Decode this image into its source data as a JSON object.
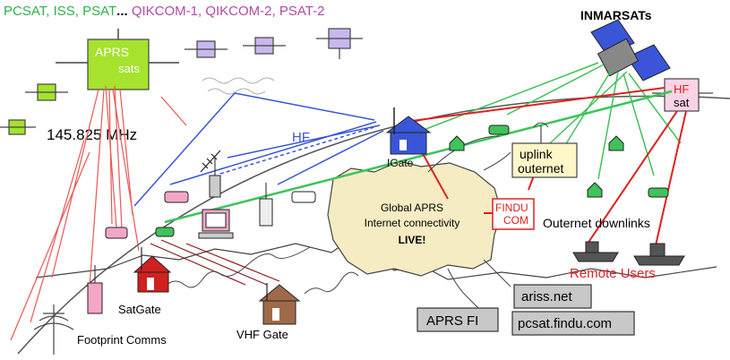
{
  "title_segments": [
    {
      "text": "PCSAT, ISS, PSAT",
      "color": "#2fb24a"
    },
    {
      "text": "...",
      "color": "#000000"
    },
    {
      "text": " QIKCOM-1, QIKCOM-2, PSAT-2",
      "color": "#b04aa8"
    }
  ],
  "labels": {
    "aprs_sats_line1": "APRS",
    "aprs_sats_line2": "sats",
    "frequency": "145.825 MHz",
    "hf": "HF",
    "inmarsats": "INMARSATs",
    "hf_sat_line1": "HF",
    "hf_sat_line2": "sat",
    "igate": "IGate",
    "uplink_line1": "uplink",
    "uplink_line2": "outernet",
    "findu_line1": "FINDU",
    "findu_line2": "COM",
    "global_line1": "Global APRS",
    "global_line2": "Internet connectivity",
    "global_line3": "LIVE!",
    "outernet_downlinks": "Outernet downlinks",
    "remote_users": "Remote Users",
    "ariss": "ariss.net",
    "aprs_fi": "APRS FI",
    "pcsat_findu": "pcsat.findu.com",
    "satgate": "SatGate",
    "vhf_gate": "VHF Gate",
    "footprint_comms": "Footprint Comms"
  },
  "colors": {
    "sat_green": "#a6e22e",
    "sat_purple": "#c9b8ee",
    "cloud_fill": "#f5ecc4",
    "red": "#e02020",
    "blue": "#3a55d8",
    "green": "#3fc35a",
    "dark_red": "#8b1a1a",
    "remote_red": "#e02020",
    "findu_red": "#e02020",
    "gray_box": "#c8c8c8",
    "hf_sat_fill": "#fbd3e6",
    "uplink_fill": "#fff7c8"
  }
}
